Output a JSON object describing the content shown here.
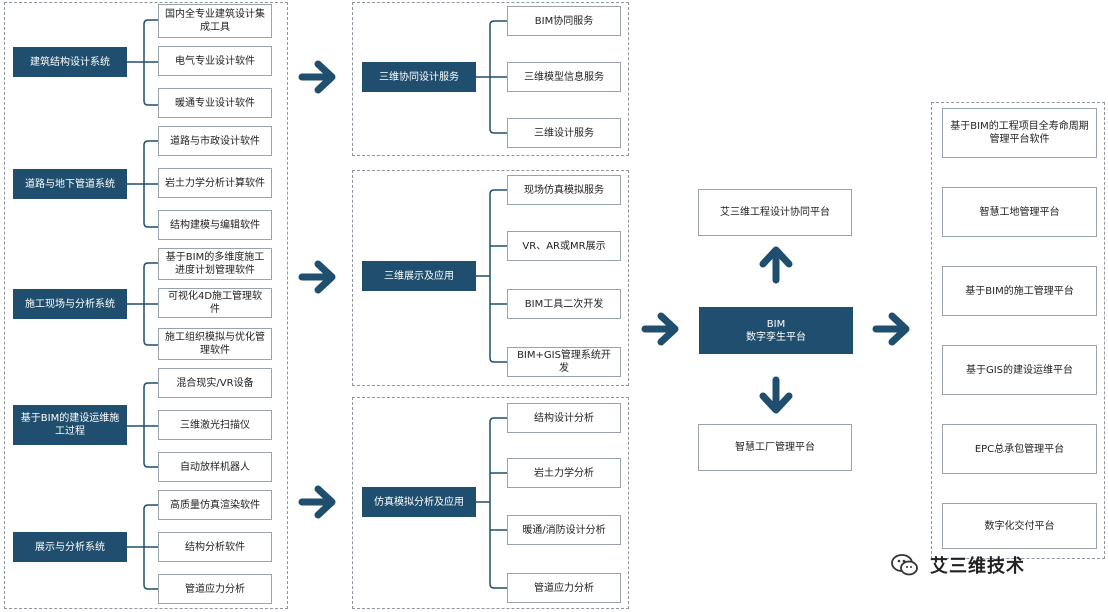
{
  "colors": {
    "dark": "#1f4e6e",
    "light_border": "#9aa2ac",
    "arrow": "#1f4e6e",
    "dash": "#8e96a0"
  },
  "left_groups": [
    {
      "label": "建筑结构设计系统",
      "items": [
        "国内全专业建筑设计集成工具",
        "电气专业设计软件",
        "暖通专业设计软件"
      ]
    },
    {
      "label": "道路与地下管道系统",
      "items": [
        "道路与市政设计软件",
        "岩土力学分析计算软件",
        "结构建模与编辑软件"
      ]
    },
    {
      "label": "施工现场与分析系统",
      "items": [
        "基于BIM的多维度施工进度计划管理软件",
        "可视化4D施工管理软件",
        "施工组织模拟与优化管理软件"
      ]
    },
    {
      "label": "基于BIM的建设运维施工过程",
      "items": [
        "混合现实/VR设备",
        "三维激光扫描仪",
        "自动放样机器人"
      ]
    },
    {
      "label": "展示与分析系统",
      "items": [
        "高质量仿真渲染软件",
        "结构分析软件",
        "管道应力分析"
      ]
    }
  ],
  "mid_groups": [
    {
      "label": "三维协同设计服务",
      "items": [
        "BIM协同服务",
        "三维模型信息服务",
        "三维设计服务"
      ]
    },
    {
      "label": "三维展示及应用",
      "items": [
        "现场仿真模拟服务",
        "VR、AR或MR展示",
        "BIM工具二次开发",
        "BIM+GIS管理系统开发"
      ]
    },
    {
      "label": "仿真模拟分析及应用",
      "items": [
        "结构设计分析",
        "岩土力学分析",
        "暖通/消防设计分析",
        "管道应力分析"
      ]
    }
  ],
  "center": {
    "top": "艾三维工程设计协同平台",
    "main_line1": "BIM",
    "main_line2": "数字孪生平台",
    "bottom": "智慧工厂管理平台"
  },
  "right_items": [
    "基于BIM的工程项目全寿命周期管理平台软件",
    "智慧工地管理平台",
    "基于BIM的施工管理平台",
    "基于GIS的建设运维平台",
    "EPC总承包管理平台",
    "数字化交付平台"
  ],
  "watermark": "艾三维技术"
}
